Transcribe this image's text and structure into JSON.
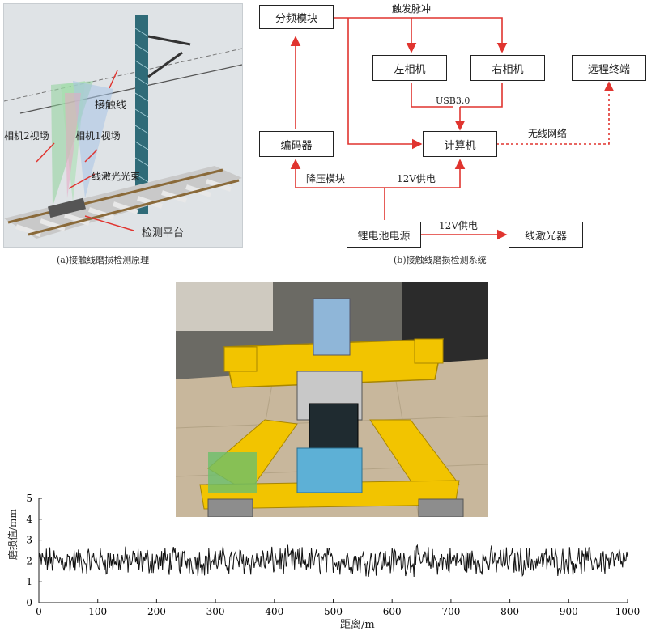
{
  "panel_a": {
    "caption": "(a)接触线磨损检测原理",
    "labels": {
      "contact_wire": "接触线",
      "camera2_fov": "相机2视场",
      "camera1_fov": "相机1视场",
      "laser_beam": "线激光光束",
      "platform": "检测平台"
    }
  },
  "panel_b": {
    "caption": "(b)接触线磨损检测系统",
    "boxes": {
      "divider": "分频模块",
      "left_camera": "左相机",
      "right_camera": "右相机",
      "remote_terminal": "远程终端",
      "encoder": "编码器",
      "computer": "计算机",
      "battery": "锂电池电源",
      "line_laser": "线激光器"
    },
    "edge_labels": {
      "trigger_pulse": "触发脉冲",
      "usb": "USB3.0",
      "wireless": "无线网络",
      "step_down": "降压模块",
      "supply_12v_a": "12V供电",
      "supply_12v_b": "12V供电"
    }
  },
  "chart_data": {
    "type": "line",
    "xlabel": "距离/m",
    "ylabel": "磨损值/mm",
    "xlim": [
      0,
      1000
    ],
    "ylim": [
      0,
      5
    ],
    "xticks": [
      "0",
      "100",
      "200",
      "300",
      "400",
      "500",
      "600",
      "700",
      "800",
      "900",
      "1000"
    ],
    "yticks": [
      "0",
      "1",
      "2",
      "3",
      "4",
      "5"
    ],
    "x_start": 0,
    "x_end": 1000,
    "mean": 2.0,
    "range": [
      0.9,
      3.0
    ],
    "grid": false
  },
  "colors": {
    "arrow_red": "#e0342f",
    "tower": "#2f6b78",
    "rail": "#8a6a3a",
    "track_yellow": "#f2c400"
  }
}
